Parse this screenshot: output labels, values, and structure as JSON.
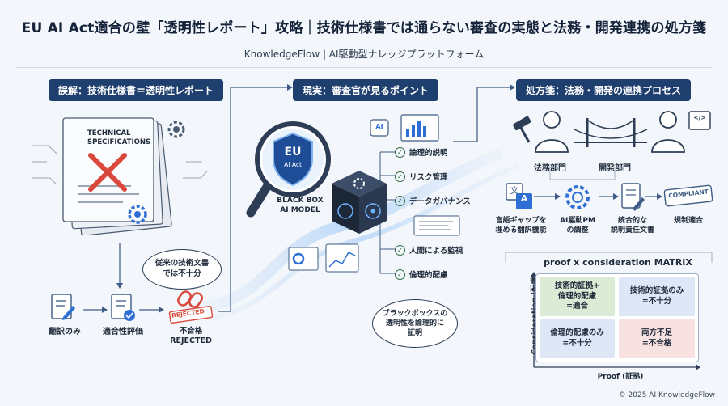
{
  "header": {
    "title": "EU AI Act適合の壁「透明性レポート」攻略｜技術仕様書では通らない審査の実態と法務・開発連携の処方箋",
    "subtitle": "KnowledgeFlow | AI駆動型ナレッジプラットフォーム"
  },
  "misconception": {
    "heading": "誤解：技術仕様書＝透明性レポート",
    "doc_text": "TECHNICAL\nSPECIFICATIONS",
    "bubble": "従来の技術文書\nでは不十分",
    "flow": [
      {
        "label": "翻訳のみ"
      },
      {
        "label": "適合性評価"
      },
      {
        "label": "不合格\nREJECTED"
      }
    ],
    "stamp": "REJECTED"
  },
  "reality": {
    "heading": "現実：審査官が見るポイント",
    "badge_main": "EU",
    "badge_sub": "AI Act",
    "box_label": "BLACK BOX\nAI MODEL",
    "chip_ai": "AI",
    "points": [
      "論理的説明",
      "リスク管理",
      "データガバナンス",
      "人間による監視",
      "倫理的配慮"
    ],
    "bubble": "ブラックボックスの\n透明性を論理的に\n証明"
  },
  "solution": {
    "heading": "処方箋：法務・開発の連携プロセス",
    "legal_label": "法務部門",
    "dev_label": "開発部門",
    "translate_glyph": "文",
    "translate_glyph2": "A",
    "code_glyph": "</>",
    "compliant_stamp": "COMPLIANT",
    "process": [
      {
        "label": "言語ギャップを\n埋める翻訳機能"
      },
      {
        "label": "AI駆動PM\nの調整"
      },
      {
        "label": "統合的な\n説明責任文書"
      },
      {
        "label": "規制適合"
      }
    ],
    "matrix": {
      "title": "proof x consideration MATRIX",
      "y_axis": "Consideration (配慮)",
      "x_axis": "Proof (証拠)",
      "cells": [
        "技術的証拠+\n倫理的配慮\n=適合",
        "技術的証拠のみ\n=不十分",
        "倫理的配慮のみ\n=不十分",
        "両方不足\n=不合格"
      ]
    }
  },
  "footer": "© 2025 AI KnowledgeFlow",
  "colors": {
    "navy": "#1f3f6e",
    "accent_blue": "#2e6fd6",
    "red": "#d9483b",
    "green_cell": "#dcebd6",
    "blue_cell": "#dde7f5",
    "pink_cell": "#f8e1e1"
  }
}
